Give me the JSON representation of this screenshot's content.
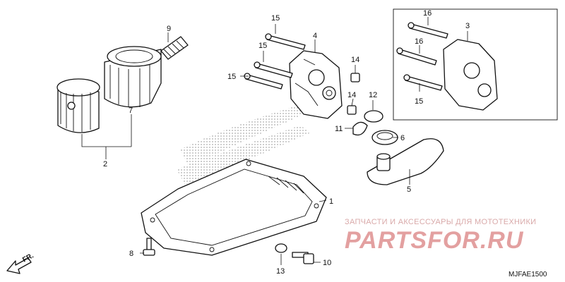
{
  "diagram_code": "MJFAE1500",
  "front_marker": "FR.",
  "watermark": {
    "caption": "ЗАПЧАСТИ И АКСЕССУАРЫ ДЛЯ МОТОТЕХНИКИ",
    "logo": "PARTSFOR.RU"
  },
  "callouts": [
    "1",
    "2",
    "3",
    "4",
    "5",
    "6",
    "7",
    "8",
    "9",
    "10",
    "11",
    "12",
    "13",
    "14",
    "14",
    "15",
    "15",
    "15",
    "15",
    "16",
    "16"
  ],
  "colors": {
    "line": "#111111",
    "watermark": "#e3a0a0"
  }
}
